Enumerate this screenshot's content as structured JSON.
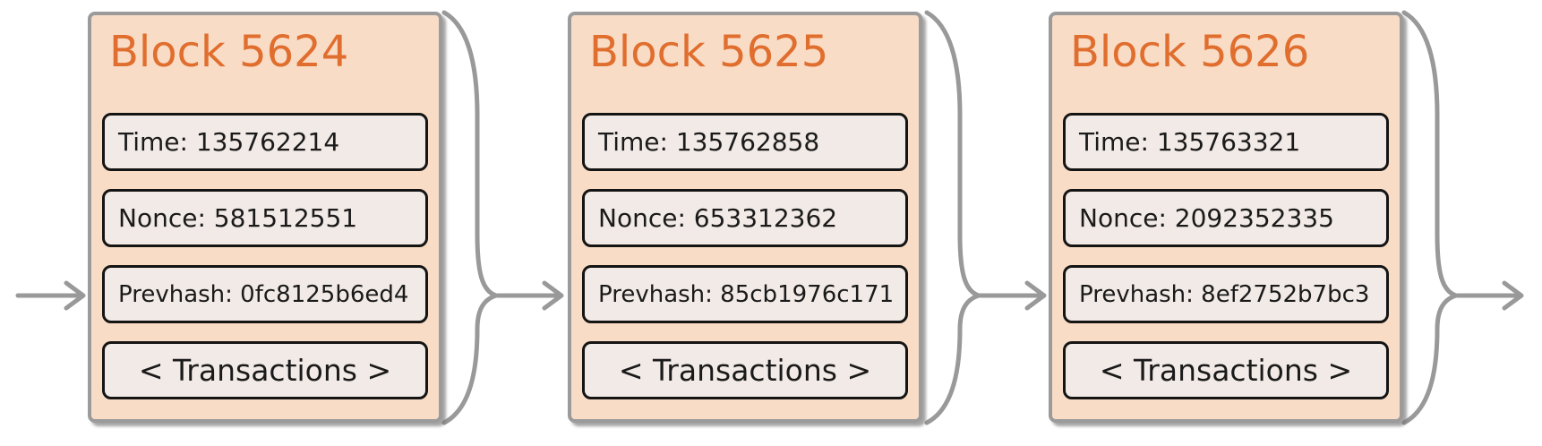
{
  "colors": {
    "background": "#ffffff",
    "block_fill": "#f9dcc6",
    "block_border": "#9b9b9b",
    "title_text": "#e06e2e",
    "field_fill": "#f2eae6",
    "field_border": "#141414",
    "field_text": "#1a1a1a",
    "connector": "#999999"
  },
  "blocks": [
    {
      "title": "Block 5624",
      "time": "Time: 135762214",
      "nonce": "Nonce: 581512551",
      "prevhash": "Prevhash: 0fc8125b6ed4",
      "transactions": "< Transactions >"
    },
    {
      "title": "Block 5625",
      "time": "Time: 135762858",
      "nonce": "Nonce: 653312362",
      "prevhash": "Prevhash: 85cb1976c171",
      "transactions": "< Transactions >"
    },
    {
      "title": "Block 5626",
      "time": "Time: 135763321",
      "nonce": "Nonce: 2092352335",
      "prevhash": "Prevhash: 8ef2752b7bc3",
      "transactions": "< Transactions >"
    }
  ]
}
